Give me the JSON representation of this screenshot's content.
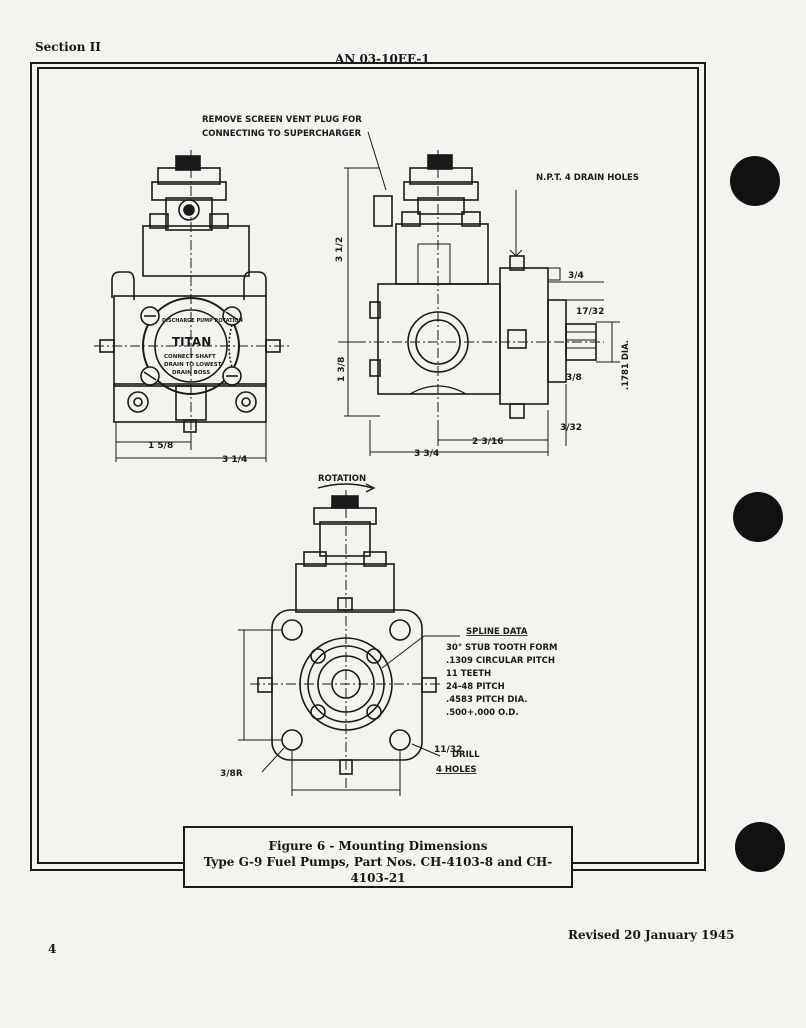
{
  "header": {
    "section": "Section II",
    "doc_number": "AN 03-10EE-1"
  },
  "callouts": {
    "vent_plug_line1": "REMOVE SCREEN VENT PLUG FOR",
    "vent_plug_line2": "CONNECTING TO SUPERCHARGER",
    "drain_holes": "N.P.T.  4 DRAIN HOLES",
    "rotation": "ROTATION",
    "spline_title": "SPLINE DATA",
    "spline_line1": "30° STUB TOOTH FORM",
    "spline_line2": ".1309 CIRCULAR PITCH",
    "spline_line3": "11 TEETH",
    "spline_line4": "24-48 PITCH",
    "spline_line5": ".4583 PITCH DIA.",
    "spline_line6": ".500+.000 O.D.",
    "drill_line1": "DRILL",
    "drill_line2": "4 HOLES",
    "radius": "R",
    "dia": ".1781 DIA."
  },
  "nameplate": {
    "brand": "TITAN",
    "arc_text": "DISCHARGE PUMP ROTATION",
    "line1": "CONNECT SHAFT",
    "line2": "DRAIN TO LOWEST",
    "line3": "DRAIN BOSS"
  },
  "dimensions": {
    "front_left": "1 5/8",
    "front_width": "3 1/4",
    "side_height": "3 1/2",
    "side_lower": "1 3/8",
    "side_width": "3 3/4",
    "side_right": "2 3/16",
    "spline_len": "17/32",
    "shaft_offset": "3/4",
    "boss": "3/8",
    "end_gap": "3/32",
    "drill": "11/32",
    "radius": "3/8"
  },
  "caption": {
    "line1": "Figure 6 - Mounting Dimensions",
    "line2": "Type G-9 Fuel Pumps, Part Nos. CH-4103-8 and CH-4103-21"
  },
  "footer": {
    "page_number": "4",
    "revision": "Revised 20 January 1945"
  }
}
